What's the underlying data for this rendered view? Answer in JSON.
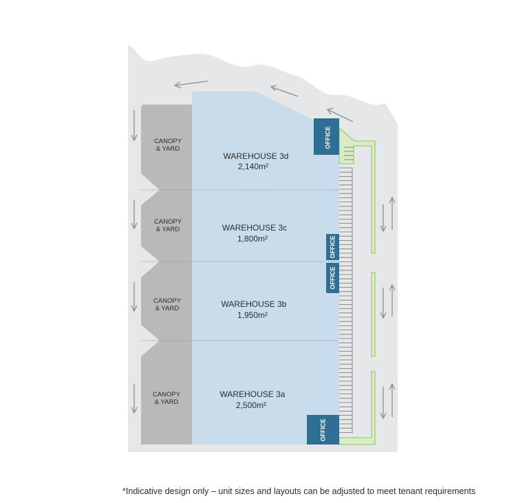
{
  "warehouses": [
    {
      "name": "WAREHOUSE 3d",
      "area": "2,140m²"
    },
    {
      "name": "WAREHOUSE 3c",
      "area": "1,800m²"
    },
    {
      "name": "WAREHOUSE 3b",
      "area": "1,950m²"
    },
    {
      "name": "WAREHOUSE 3a",
      "area": "2,500m²"
    }
  ],
  "canopy": {
    "line1": "CANOPY",
    "line2": "& YARD"
  },
  "office_label": "OFFICE",
  "footnote": "*Indicative design only – unit sizes and layouts can be adjusted to meet tenant requirements",
  "colors": {
    "site": "#e6e7e8",
    "warehouse": "#c8dceb",
    "canopy": "#b8b9bb",
    "office": "#2f6f94",
    "landscape": "#d9ecc4",
    "landscape_edge": "#8fbf6a",
    "text": "#2b2b2b"
  }
}
